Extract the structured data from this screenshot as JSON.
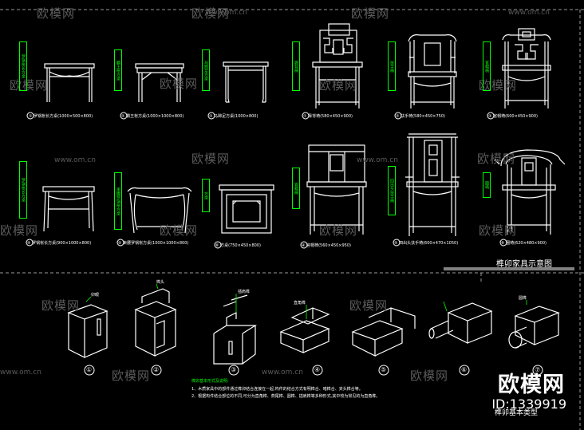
{
  "watermarks": {
    "logo_text": "欧模网",
    "url_text": "www.om.cn"
  },
  "top_row": [
    {
      "num": "①",
      "caption": "罗锅枨长方桌(1000×500×800)",
      "side": "罗锅枨长方桌"
    },
    {
      "num": "②",
      "caption": "霸王枨方桌(1000×1000×800)",
      "side": "霸王枨方桌"
    },
    {
      "num": "③",
      "caption": "马蹄足方桌(1000×800)",
      "side": "马蹄足方桌"
    },
    {
      "num": "①",
      "caption": "靠背椅(580×450×900)",
      "side": "靠背椅"
    },
    {
      "num": "②",
      "caption": "扶手椅(580×450×750)",
      "side": "扶手椅"
    },
    {
      "num": "③",
      "caption": "官帽椅(600×450×900)",
      "side": "官帽椅"
    }
  ],
  "mid_row": [
    {
      "num": "④",
      "caption": "罗锅枨长方桌(900×1000×800)",
      "side": "罗锅枨长方桌"
    },
    {
      "num": "⑤",
      "caption": "束腰罗锅枨方桌(1000×1000×800)",
      "side": "束腰罗锅枨方桌"
    },
    {
      "num": "⑥",
      "caption": "方桌(750×450×800)",
      "side": "方桌"
    },
    {
      "num": "④",
      "caption": "官帽椅(560×450×950)",
      "side": "官帽椅"
    },
    {
      "num": "⑤",
      "caption": "四出头扶手椅(600×470×1050)",
      "side": "四出头扶手椅"
    },
    {
      "num": "⑥",
      "caption": "圈椅(620×480×900)",
      "side": "圈椅"
    }
  ],
  "section_title": "榫卯家具示意图",
  "joints": [
    {
      "num": "①",
      "label": "卯眼"
    },
    {
      "num": "②",
      "label": "榫头"
    },
    {
      "num": "③",
      "label": "插肩榫"
    },
    {
      "num": "④",
      "label": "直角榫"
    },
    {
      "num": "⑤",
      "label": ""
    },
    {
      "num": "⑥",
      "label": ""
    },
    {
      "num": "⑦",
      "label": "圆榫"
    }
  ],
  "joint_notes": {
    "title": "榫卯基本形式及说明:",
    "lines": [
      "1、木质家具中的部件通过榫卯结合连接在一起,构件的结合方式有明榫合、暗榫合、夹头榫合等。",
      "2、根据构件结合部位的不同,可分为直角榫、燕尾榫、圆榫、插肩榫等多种形式,其中较为常见的为直角榫。"
    ]
  },
  "joints_title": "榫卯基本类型",
  "brand": {
    "name": "欧模网",
    "id": "ID:1339919"
  },
  "colors": {
    "line": "#ffffff",
    "accent": "#00ff00",
    "watermark": "#5a5a5a",
    "bg": "#000000"
  }
}
